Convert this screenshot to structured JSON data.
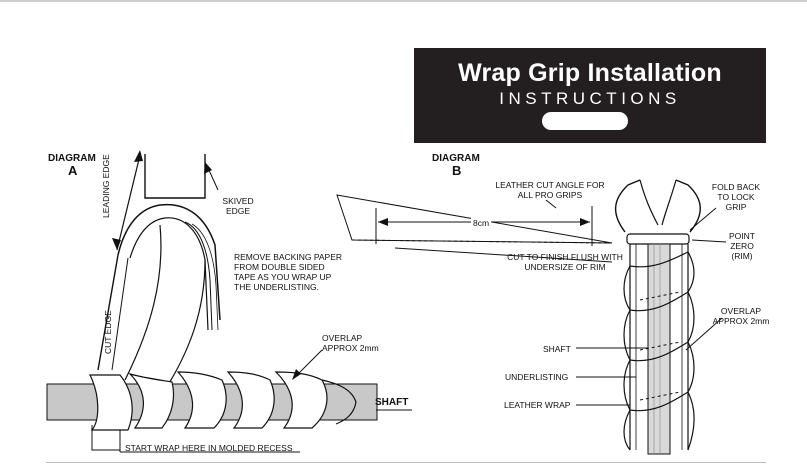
{
  "banner": {
    "title": "Wrap Grip Installation",
    "subtitle": "INSTRUCTIONS"
  },
  "diagram_a": {
    "heading": "DIAGRAM",
    "letter": "A",
    "leading_edge": "LEADING EDGE",
    "skived_edge": "SKIVED EDGE",
    "remove_backing": "REMOVE BACKING PAPER FROM DOUBLE SIDED TAPE AS YOU WRAP UP THE UNDERLISTING.",
    "cut_edge": "CUT EDGE",
    "overlap": "OVERLAP APPROX 2mm",
    "shaft": "SHAFT",
    "start_wrap": "START WRAP HERE IN MOLDED RECESS"
  },
  "diagram_b": {
    "heading": "DIAGRAM",
    "letter": "B",
    "leather_cut_angle": "LEATHER CUT ANGLE FOR ALL PRO GRIPS",
    "measure": "8cm",
    "cut_to_finish": "CUT TO FINISH FLUSH WITH UNDERSIZE OF RIM",
    "fold_back": "FOLD BACK TO LOCK GRIP",
    "point_zero": "POINT ZERO (RIM)",
    "overlap": "OVERLAP APPROX 2mm",
    "shaft": "SHAFT",
    "underlisting": "UNDERLISTING",
    "leather_wrap": "LEATHER WRAP"
  },
  "colors": {
    "banner_bg": "#231f20",
    "shaft_gray": "#c8c8c8"
  }
}
